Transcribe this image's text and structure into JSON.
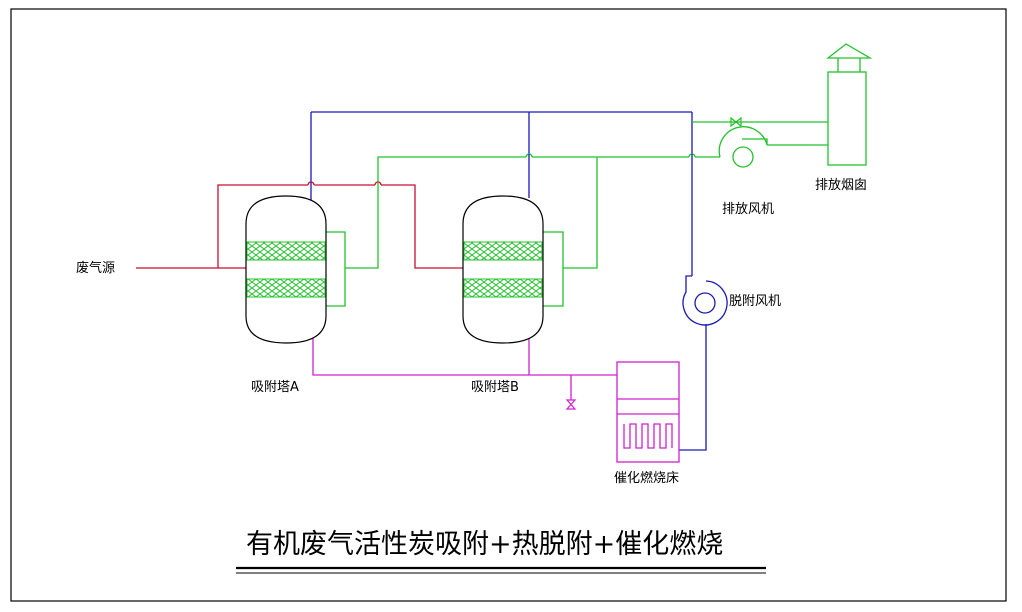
{
  "title": "有机废气活性炭吸附+热脱附+催化燃烧",
  "labels": {
    "source": "废气源",
    "tower_a": "吸附塔A",
    "tower_b": "吸附塔B",
    "exhaust_fan": "排放风机",
    "chimney": "排放烟囱",
    "desorb_fan": "脱附风机",
    "catalytic_bed": "催化燃烧床"
  },
  "colors": {
    "frame": "#000000",
    "waste_gas_line": "#c8102e",
    "clean_gas_line": "#22c22b",
    "desorb_line": "#1a1ab4",
    "hot_line": "#d020d0",
    "carbon_bed": "#22c22b"
  }
}
